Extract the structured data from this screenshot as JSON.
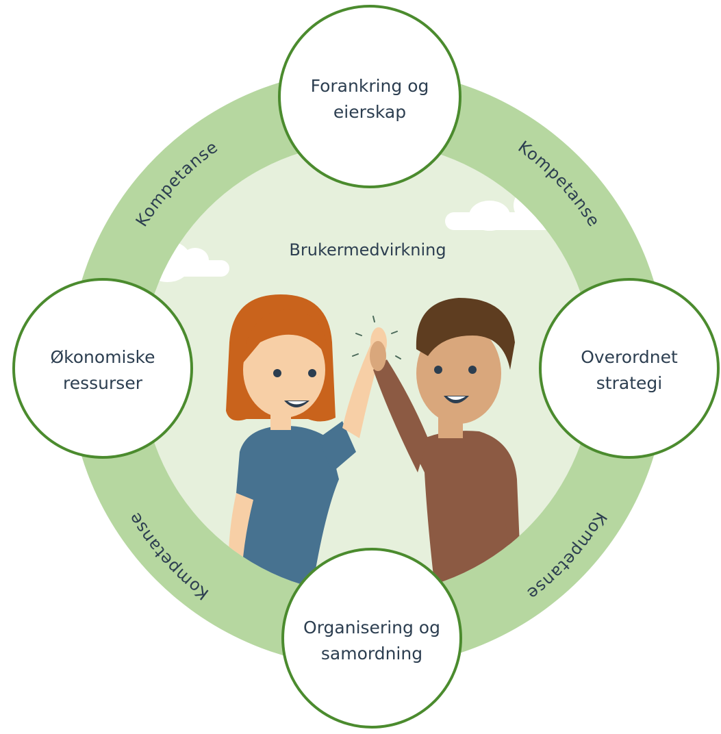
{
  "diagram": {
    "center_label": "Brukermedvirkning",
    "nodes": [
      {
        "id": "top",
        "lines": [
          "Forankring og",
          "eierskap"
        ]
      },
      {
        "id": "right",
        "lines": [
          "Overordnet",
          "strategi"
        ]
      },
      {
        "id": "bottom",
        "lines": [
          "Organisering og",
          "samordning"
        ]
      },
      {
        "id": "left",
        "lines": [
          "Økonomiske",
          "ressurser"
        ]
      }
    ],
    "ring_labels": [
      "Kompetanse",
      "Kompetanse",
      "Kompetanse",
      "Kompetanse"
    ],
    "colors": {
      "ring": "#b6d7a0",
      "inner_background": "#e6f0dc",
      "node_border": "#4b8b2e",
      "node_fill": "#ffffff",
      "text": "#2c3e50",
      "cloud": "#ffffff",
      "woman_hair": "#c9631c",
      "woman_shirt": "#477290",
      "man_hair": "#5e3d20",
      "man_shirt": "#8c5a43",
      "skin_woman": "#f7cfa6",
      "skin_man": "#d9a77c"
    }
  }
}
